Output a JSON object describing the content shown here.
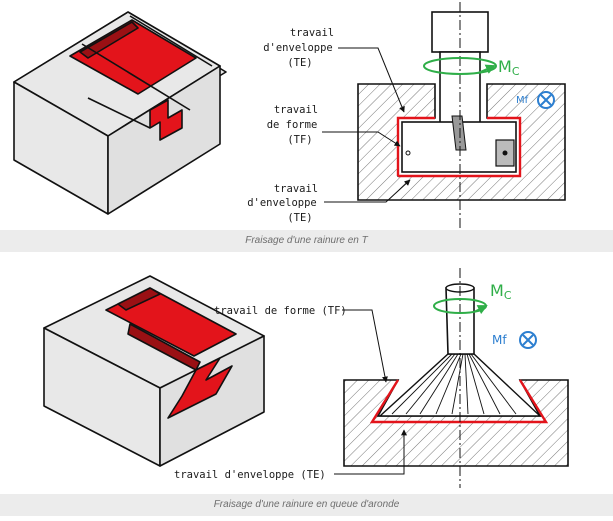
{
  "figure1": {
    "caption": "Fraisage d'une rainure en T",
    "label_te_top": [
      "travail",
      "d'enveloppe",
      "(TE)"
    ],
    "label_tf": [
      "travail",
      "de forme",
      "(TF)"
    ],
    "label_te_bottom": [
      "travail",
      "d'enveloppe",
      "(TE)"
    ],
    "mc_main": "M",
    "mc_sub": "C",
    "mf": "Mf"
  },
  "figure2": {
    "caption": "Fraisage d'une rainure en queue d'aronde",
    "label_tf": "travail de forme (TF)",
    "label_te": "travail d'enveloppe (TE)",
    "mc_main": "M",
    "mc_sub": "C",
    "mf": "Mf"
  },
  "colors": {
    "red": "#e3141b",
    "green": "#2fae48",
    "blue": "#2d7fd0",
    "block": "#e8e8e8",
    "caption_bg": "#ececec"
  }
}
